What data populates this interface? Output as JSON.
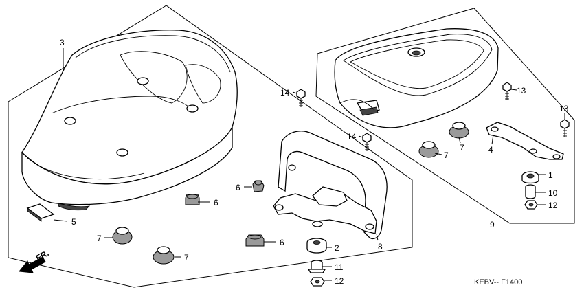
{
  "callouts": {
    "c1": "1",
    "c2": "2",
    "c3": "3",
    "c4": "4",
    "c5": "5",
    "c6a": "6",
    "c6b": "6",
    "c6c": "6",
    "c7a": "7",
    "c7b": "7",
    "c7c": "7",
    "c7d": "7",
    "c8": "8",
    "c9": "9",
    "c10": "10",
    "c11": "11",
    "c12a": "12",
    "c12b": "12",
    "c13a": "13",
    "c13b": "13",
    "c14a": "14",
    "c14b": "14"
  },
  "direction_label": "FR.",
  "diagram_code": "KEBV-- F1400",
  "icons": {
    "front_arrow": "arrow-left-down-icon"
  }
}
